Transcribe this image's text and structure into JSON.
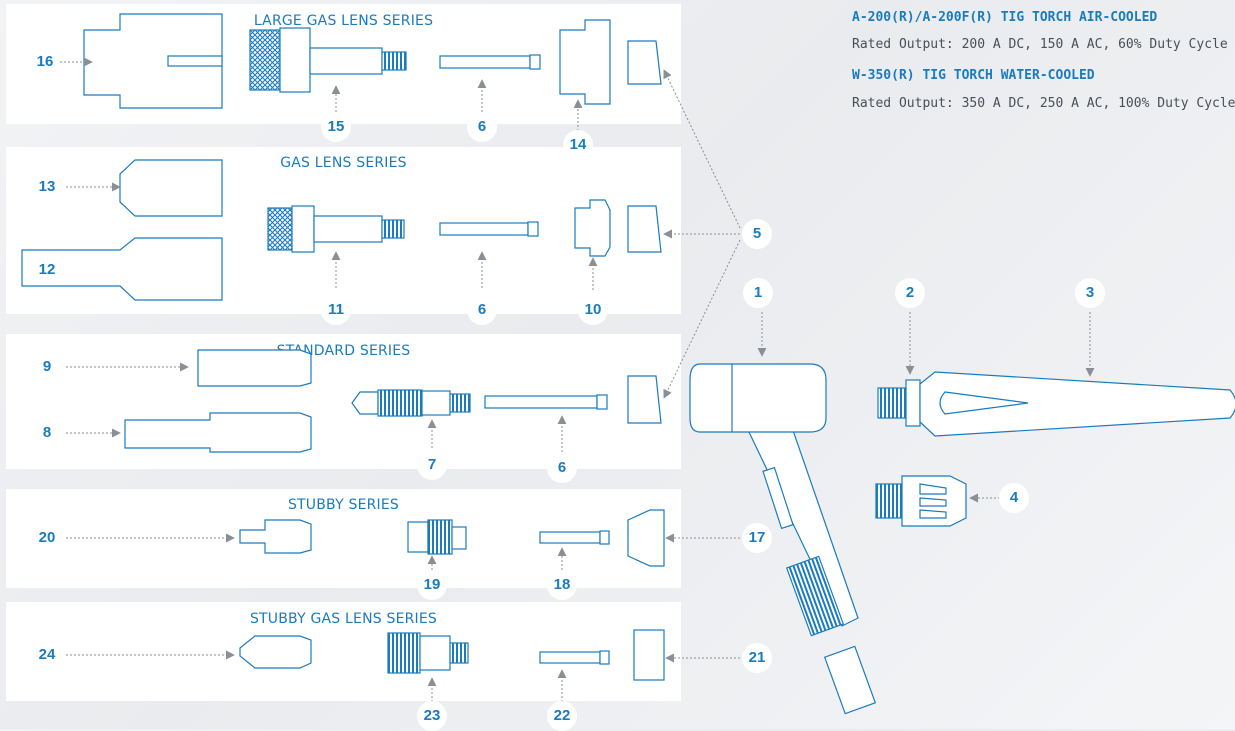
{
  "specs": {
    "torch1_title": "A-200(R)/A-200F(R) TIG TORCH AIR-COOLED",
    "torch1_rating": "Rated Output: 200 A DC, 150 A AC, 60% Duty Cycle",
    "torch2_title": "W-350(R) TIG TORCH WATER-COOLED",
    "torch2_rating": "Rated Output: 350 A DC, 250 A AC, 100% Duty Cycle"
  },
  "series": {
    "large_gas_lens": "LARGE GAS LENS SERIES",
    "gas_lens": "GAS LENS SERIES",
    "standard": "STANDARD SERIES",
    "stubby": "STUBBY SERIES",
    "stubby_gas_lens": "STUBBY GAS LENS SERIES"
  },
  "callouts": {
    "c1": "1",
    "c2": "2",
    "c3": "3",
    "c4": "4",
    "c5": "5",
    "c6a": "6",
    "c6b": "6",
    "c6c": "6",
    "c7": "7",
    "c8": "8",
    "c9": "9",
    "c10": "10",
    "c11": "11",
    "c12": "12",
    "c13": "13",
    "c14": "14",
    "c15": "15",
    "c16": "16",
    "c17": "17",
    "c18": "18",
    "c19": "19",
    "c20": "20",
    "c21": "21",
    "c22": "22",
    "c23": "23",
    "c24": "24"
  },
  "colors": {
    "accent": "#1a7bbf",
    "outline": "#1a7bbf",
    "leader": "#8a8f96"
  }
}
